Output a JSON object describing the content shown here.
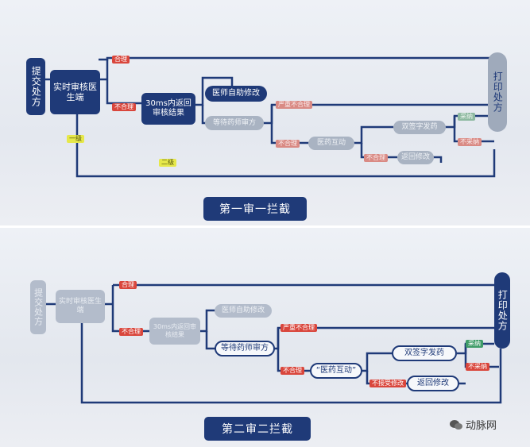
{
  "colors": {
    "navy": "#1f3a78",
    "grey_box": "#a9b3c2",
    "red_tag": "#d9463c",
    "yellow_tag": "#e6e84a",
    "green_tag": "#3f9c68"
  },
  "panel1": {
    "submit": "提交处方",
    "review": "实时审核医生端",
    "result": "30ms内返回审核结果",
    "doctor_edit": "医师自助修改",
    "wait_pharmacist": "等待药师审方",
    "pharm_interact": "医药互动",
    "double_sign": "双签字发药",
    "return_edit": "返回修改",
    "print": "打印处方",
    "tag_pass": "合理",
    "tag_fail": "不合理",
    "tag_severe": "严重不合理",
    "tag_fail2": "不合理",
    "tag_unreasonable": "不合理",
    "tag_accept": "采纳",
    "tag_not_accept": "不采纳",
    "tag_level1": "一级",
    "tag_level2": "二级",
    "caption": "第一审一拦截"
  },
  "panel2": {
    "submit": "提交处方",
    "review": "实时审核医生端",
    "result": "30ms内返回审核结果",
    "doctor_edit": "医师自助修改",
    "wait_pharmacist": "等待药师审方",
    "pharm_interact": "“医药互动”",
    "double_sign": "双签字发药",
    "return_edit": "返回修改",
    "print": "打印处方",
    "tag_pass": "合理",
    "tag_fail": "不合理",
    "tag_severe": "严重不合理",
    "tag_fail2": "不合理",
    "tag_no_accept": "不接受修改",
    "tag_accept": "采纳",
    "tag_not_accept": "不采纳",
    "caption": "第二审二拦截"
  },
  "watermark": "动脉网"
}
